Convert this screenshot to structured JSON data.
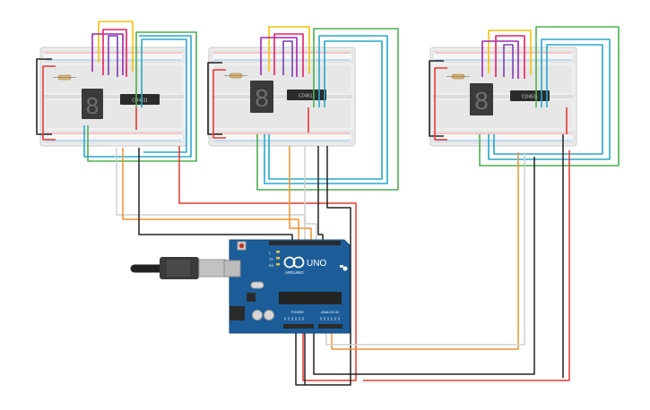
{
  "breadboards": [
    {
      "chip_label": "CD4511",
      "display_digit": "8"
    },
    {
      "chip_label": "CD4511",
      "display_digit": "8"
    },
    {
      "chip_label": "CD4511",
      "display_digit": "8"
    }
  ],
  "arduino": {
    "brand": "ARDUINO",
    "model": "UNO",
    "power_label": "POWER",
    "analog_label": "ANALOG IN",
    "tx_label": "TX",
    "rx_label": "RX",
    "l_label": "L"
  },
  "colors": {
    "wire_red": "#e53935",
    "wire_black": "#222222",
    "wire_orange": "#f0932b",
    "wire_yellow": "#f4c20d",
    "wire_purple": "#9c27b0",
    "wire_pink": "#e91e63",
    "wire_green": "#4caf50",
    "wire_cyan": "#26a9c9",
    "wire_white": "#d8d8d8",
    "arduino_blue": "#1c5d99",
    "breadboard": "#ececec"
  }
}
